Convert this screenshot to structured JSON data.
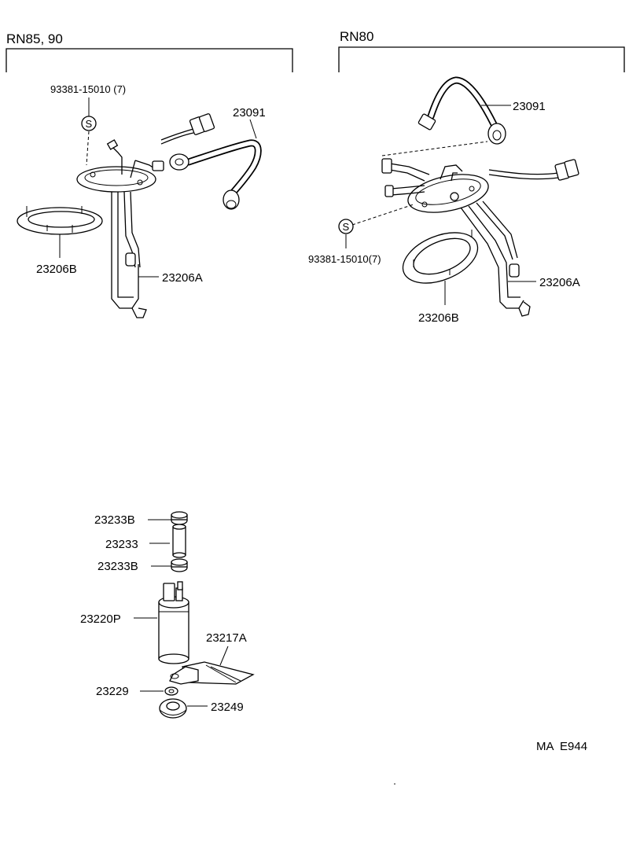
{
  "diagram": {
    "left_group": {
      "header": "RN85, 90",
      "callouts": {
        "bolt": "93381-15010 (7)",
        "hose": "23091",
        "gasket": "23206B",
        "gauge": "23206A"
      }
    },
    "right_group": {
      "header": "RN80",
      "callouts": {
        "hose": "23091",
        "bolt": "93381-15010(7)",
        "gauge": "23206A",
        "gasket": "23206B"
      }
    },
    "pump_group": {
      "callouts": {
        "clamp_top": "23233B",
        "hose": "23233",
        "clamp_bottom": "23233B",
        "pump": "23220P",
        "filter": "23217A",
        "washer": "23229",
        "cushion": "23249"
      }
    },
    "s_symbol": "S",
    "figure_code": "MA  E944"
  }
}
